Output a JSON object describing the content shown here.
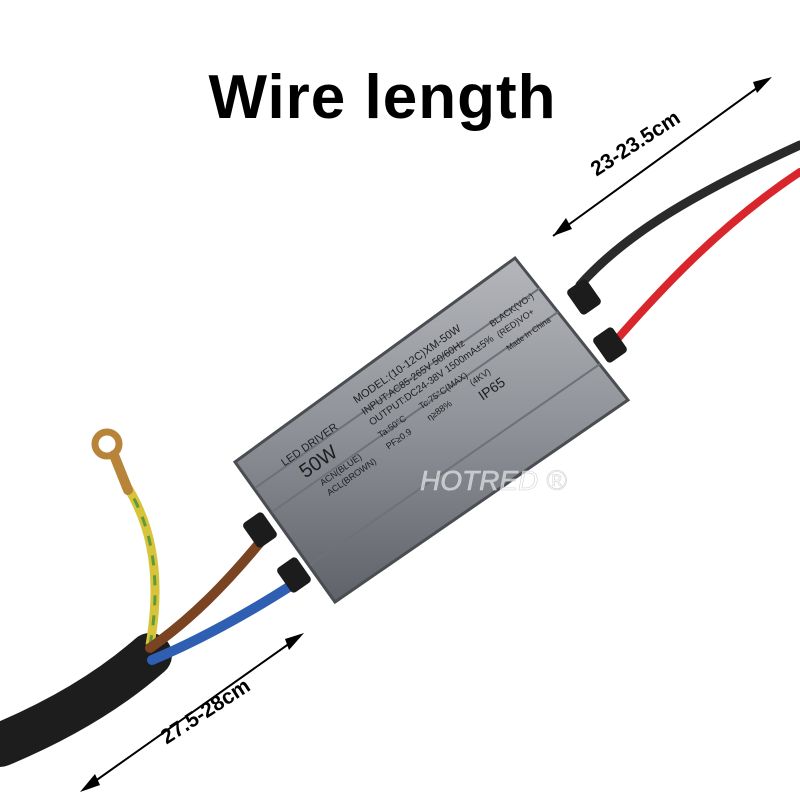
{
  "title": "Wire length",
  "dimensions": {
    "output_wire": "23-23.5cm",
    "input_wire": "27.5-28cm"
  },
  "driver_label": {
    "heading": "LED DRIVER",
    "power": "50W",
    "acn": "ACN(BLUE)",
    "acl": "ACL(BROWN)",
    "model": "MODEL:(10-12C)XM-50W",
    "input": "INPUT:AC85-265V 50/60Hz",
    "output": "OUTPUT:DC24-38V 1500mA±5%",
    "ta": "Ta:50°C",
    "tc": "Tc:75°C(MAX)",
    "pf": "PF≥0.9",
    "efficiency": "η≥88%",
    "rating": "IP65",
    "surge": "(4KV)",
    "black": "BLACK(VO-)",
    "red": "(RED)VO+",
    "origin": "Made In China"
  },
  "watermark": "HOTRED ®",
  "colors": {
    "housing": "#8e9197",
    "housing_dark": "#5f6268",
    "cable_jacket": "#1d1d1d",
    "wire_black": "#2a2a2a",
    "wire_red": "#d8262c",
    "wire_blue": "#2f5fb3",
    "wire_brown": "#7a4322",
    "wire_earth_yellow": "#d8c43a",
    "wire_earth_green": "#5c9a3a",
    "ring_terminal": "#b8843a"
  }
}
